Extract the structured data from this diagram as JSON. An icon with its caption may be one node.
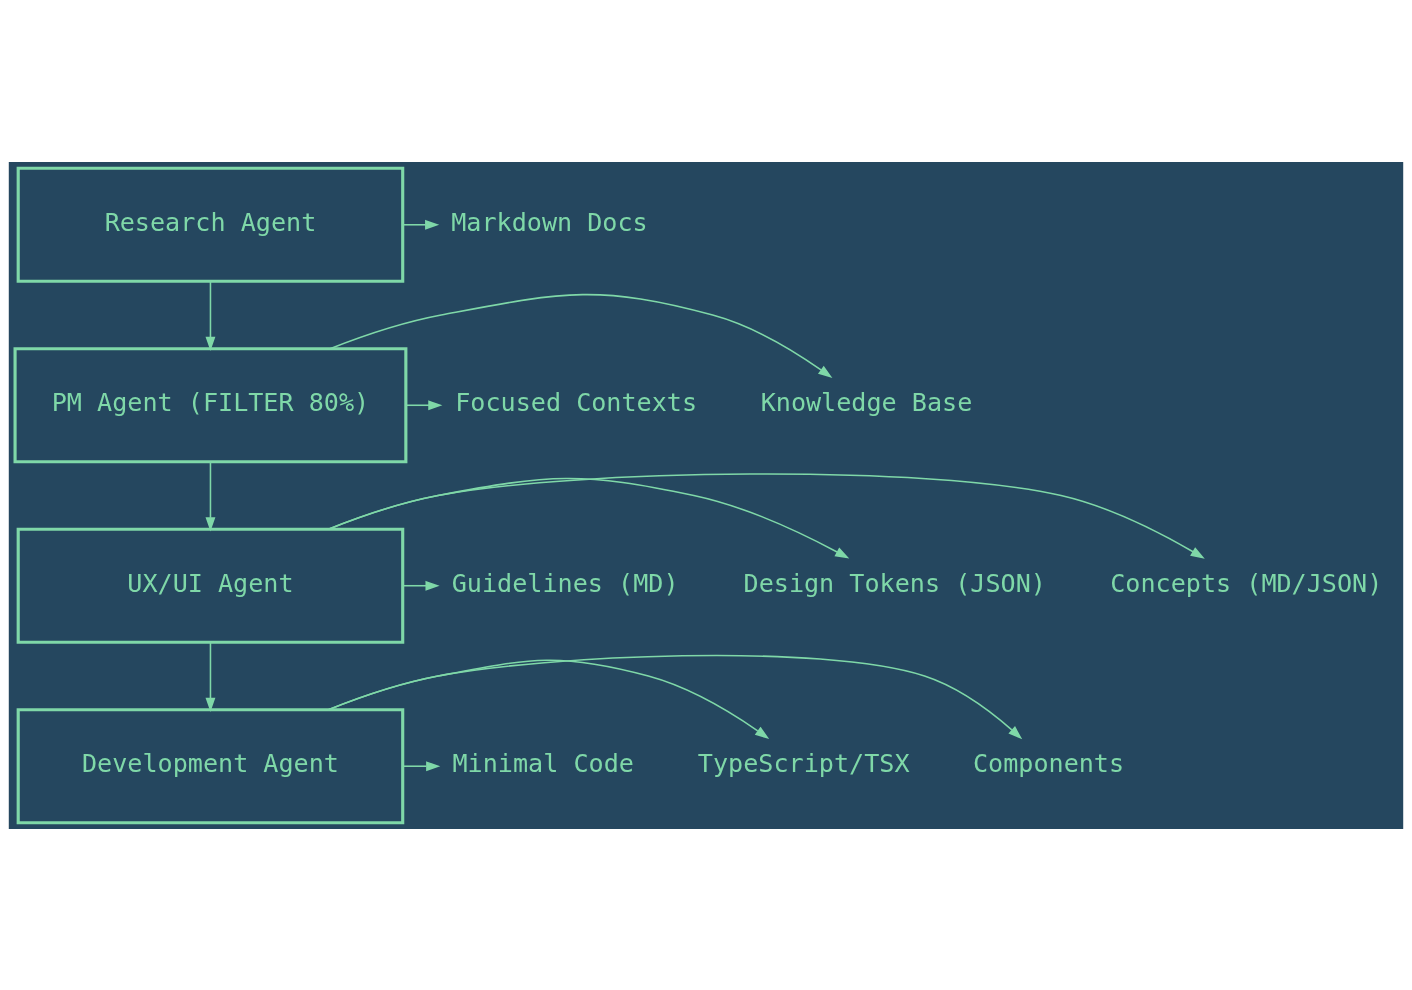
{
  "diagram": {
    "nodes": [
      {
        "text": [
          "Research Agent"
        ]
      },
      {
        "text": [
          "Markdown Docs"
        ]
      },
      {
        "text": [
          "PM Agent (FILTER 80%)"
        ]
      },
      {
        "text": [
          "Knowledge Base"
        ]
      },
      {
        "text": [
          "Focused Contexts"
        ]
      },
      {
        "text": [
          "UX/UI Agent"
        ]
      },
      {
        "text": [
          "Concepts (MD/JSON)"
        ]
      },
      {
        "text": [
          "Design Tokens (JSON)"
        ]
      },
      {
        "text": [
          "Guidelines (MD)"
        ]
      },
      {
        "text": [
          "Development Agent"
        ]
      },
      {
        "text": [
          "Components"
        ]
      },
      {
        "text": [
          "TypeScript/TSX"
        ]
      },
      {
        "text": [
          "Minimal Code"
        ]
      }
    ],
    "edges": [
      {
        "from": 0,
        "to": 2,
        "arrow": "to"
      },
      {
        "from": 2,
        "to": 5,
        "arrow": "to"
      },
      {
        "from": 5,
        "to": 9,
        "arrow": "to"
      },
      {
        "from": 0,
        "to": 1,
        "arrow": "to"
      },
      {
        "from": 2,
        "to": 3,
        "arrow": "to"
      },
      {
        "from": 2,
        "to": 4,
        "arrow": "to"
      },
      {
        "from": 5,
        "to": 6,
        "arrow": "to"
      },
      {
        "from": 5,
        "to": 7,
        "arrow": "to"
      },
      {
        "from": 5,
        "to": 8,
        "arrow": "to"
      },
      {
        "from": 9,
        "to": 10,
        "arrow": "to"
      },
      {
        "from": 9,
        "to": 11,
        "arrow": "to"
      },
      {
        "from": 9,
        "to": 12,
        "arrow": "to"
      }
    ]
  }
}
